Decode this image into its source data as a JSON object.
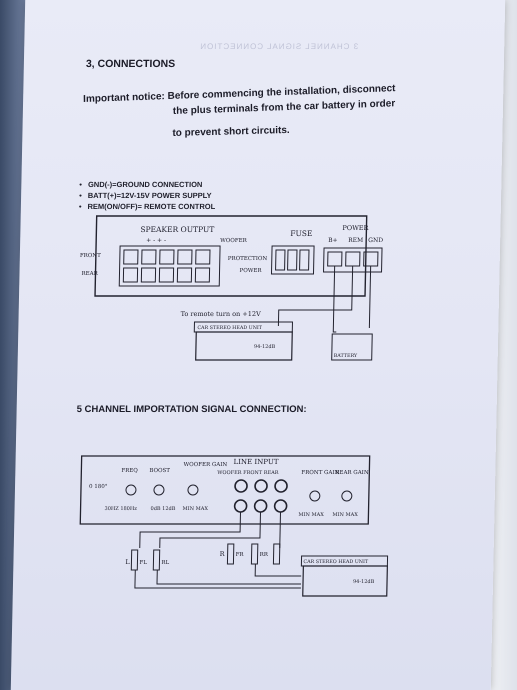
{
  "section3": {
    "heading": "3, CONNECTIONS",
    "notice_label": "Important notice:",
    "notice_line1": "Before commencing the installation, disconnect",
    "notice_line2": "the plus terminals from the car battery in order",
    "notice_line3": "to prevent short circuits."
  },
  "legend": [
    "GND(-)=GROUND CONNECTION",
    "BATT(+)=12V-15V POWER SUPPLY",
    "REM(ON/OFF)= REMOTE CONTROL"
  ],
  "diagram1": {
    "speaker_output": "SPEAKER OUTPUT",
    "speaker_polarity": "+ - + -",
    "woofer": "WOOFER",
    "front": "FRONT",
    "rear": "REAR",
    "protection": "PROTECTION",
    "power_led": "POWER",
    "fuse": "FUSE",
    "power": "POWER",
    "b_plus": "B+",
    "rem": "REM",
    "gnd": "GND",
    "remote_note": "To remote turn on +12V",
    "head_unit": "CAR STEREO HEAD UNIT",
    "head_freq": "94-12dB",
    "battery": "BATTERY"
  },
  "section5": {
    "heading": "5 CHANNEL IMPORTATION SIGNAL CONNECTION:"
  },
  "diagram2": {
    "freq": "FREQ",
    "boost": "BOOST",
    "woofer_gain": "WOOFER GAIN",
    "line_input": "LINE INPUT",
    "line_input_channels": "WOOFER FRONT REAR",
    "front_gain": "FRONT GAIN",
    "rear_gain": "REAR GAIN",
    "phase": "0  180°",
    "freq_range": "30HZ 180Hz",
    "boost_range": "0dB 12dB",
    "min_max": "MIN MAX",
    "L": "L",
    "R": "R",
    "fl": "FL",
    "rl": "RL",
    "fr": "FR",
    "rr": "RR",
    "head_unit": "CAR STEREO HEAD UNIT",
    "head_freq": "94-12dB"
  }
}
